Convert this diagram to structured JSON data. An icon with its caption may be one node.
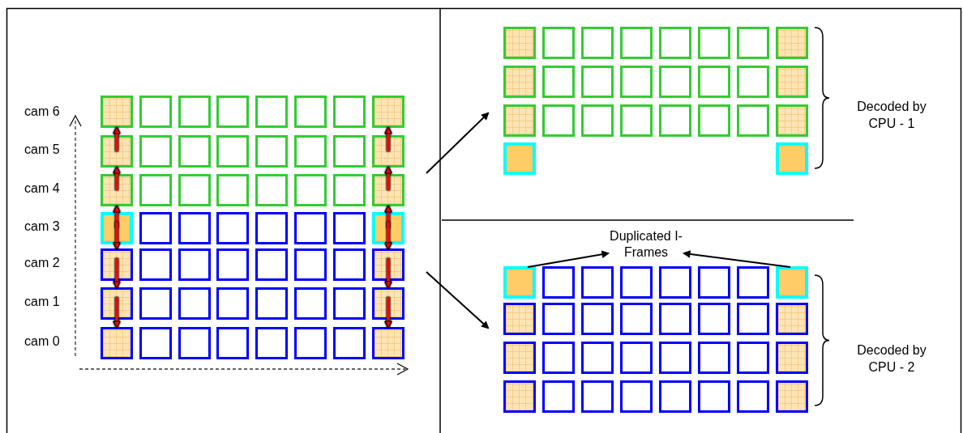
{
  "diagram": {
    "nodes": [
      {
        "text": [],
        "shape": "box"
      },
      {
        "text": [],
        "shape": "box"
      },
      {
        "text": [],
        "shape": "box"
      },
      {
        "text": [],
        "shape": "box"
      },
      {
        "text": [],
        "shape": "box"
      },
      {
        "text": [],
        "shape": "box"
      },
      {
        "text": [],
        "shape": "box"
      },
      {
        "text": [],
        "shape": "box"
      },
      {
        "text": [],
        "shape": "box"
      },
      {
        "text": [],
        "shape": "box"
      },
      {
        "text": [],
        "shape": "box"
      },
      {
        "text": [],
        "shape": "box"
      },
      {
        "text": [],
        "shape": "box"
      },
      {
        "text": [],
        "shape": "box"
      },
      {
        "text": [],
        "shape": "box"
      },
      {
        "text": [
          "Duplicated I-Frames"
        ]
      },
      {
        "text": [],
        "shape": "box"
      },
      {
        "text": [],
        "shape": "box"
      },
      {
        "text": [],
        "shape": "box"
      }
    ],
    "edges": [
      {
        "from": 2,
        "to": 0,
        "arrow": "to"
      },
      {
        "from": 4,
        "to": 2,
        "arrow": "to"
      },
      {
        "from": 6,
        "to": 4,
        "arrow": "to"
      },
      {
        "from": 6,
        "to": 8,
        "arrow": "to"
      },
      {
        "from": 8,
        "to": 10,
        "arrow": "to"
      },
      {
        "from": 10,
        "to": 12,
        "arrow": "to"
      },
      {
        "from": 3,
        "to": 1,
        "arrow": "to"
      },
      {
        "from": 5,
        "to": 3,
        "arrow": "to"
      },
      {
        "from": 7,
        "to": 5,
        "arrow": "to"
      },
      {
        "from": 7,
        "to": 9,
        "arrow": "to"
      },
      {
        "from": 9,
        "to": 11,
        "arrow": "to"
      },
      {
        "from": 11,
        "to": 13,
        "arrow": "to"
      },
      {
        "from": null,
        "to": 14,
        "arrow": "to",
        "color": "#000000"
      },
      {
        "from": null,
        "to": 18,
        "arrow": "to",
        "color": "#000000"
      },
      {
        "from": 16,
        "to": 15,
        "arrow": "to",
        "color": "#000000"
      },
      {
        "from": 17,
        "to": 15,
        "arrow": "to",
        "color": "#000000"
      }
    ],
    "labels": [
      "cam 6",
      "cam 5",
      "cam 4",
      "cam 3",
      "cam 2",
      "cam 1",
      "cam 0",
      "Decoded by CPU - 1",
      "Decoded by CPU - 2"
    ]
  }
}
